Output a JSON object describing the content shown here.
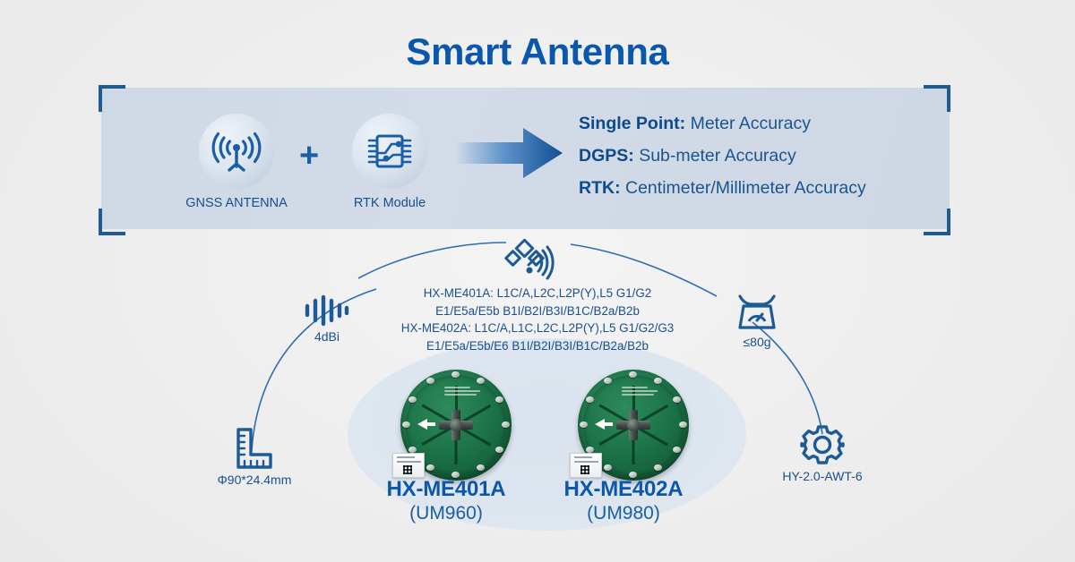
{
  "page": {
    "title": "Smart Antenna",
    "accent_blue": "#0b57ad",
    "text_blue": "#1b4f8e",
    "panel_bg": "#cfd9e6",
    "product_green": "#1d7449"
  },
  "banner": {
    "gnss": {
      "icon": "antenna-signal-icon",
      "caption": "GNSS ANTENNA"
    },
    "plus_symbol": "+",
    "rtk": {
      "icon": "rtk-module-chip-icon",
      "caption": "RTK Module"
    },
    "arrow_icon": "right-arrow-icon",
    "accuracy": [
      {
        "label": "Single Point",
        "separator": ":",
        "value": "Meter Accuracy"
      },
      {
        "label": "DGPS",
        "separator": ":",
        "value": "Sub-meter Accuracy"
      },
      {
        "label": "RTK",
        "separator": ":",
        "value": "Centimeter/Millimeter Accuracy"
      }
    ]
  },
  "diagram": {
    "satellite_icon": "satellite-signal-icon",
    "spec_lines": [
      "HX-ME401A: L1C/A,L2C,L2P(Y),L5  G1/G2",
      "E1/E5a/E5b B1I/B2I/B3I/B1C/B2a/B2b",
      "HX-ME402A: L1C/A,L1C,L2C,L2P(Y),L5  G1/G2/G3",
      "E1/E5a/E5b/E6   B1I/B2I/B3I/B1C/B2a/B2b"
    ],
    "features": [
      {
        "id": "gain",
        "icon": "signal-bars-icon",
        "label": "4dBi"
      },
      {
        "id": "dimension",
        "icon": "ruler-corner-icon",
        "label": "Φ90*24.4mm"
      },
      {
        "id": "weight",
        "icon": "weighing-scale-icon",
        "label": "≤80g"
      },
      {
        "id": "connector",
        "icon": "gear-icon",
        "label": "HY-2.0-AWT-6"
      }
    ],
    "products": [
      {
        "id": "me401a",
        "name": "HX-ME401A",
        "model": "(UM960)"
      },
      {
        "id": "me402a",
        "name": "HX-ME402A",
        "model": "(UM980)"
      }
    ]
  }
}
